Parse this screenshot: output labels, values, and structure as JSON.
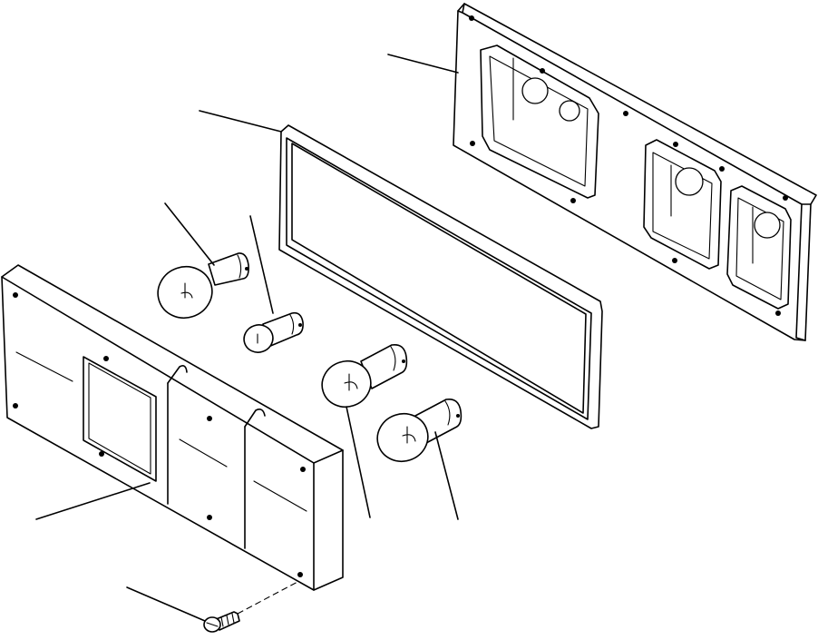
{
  "figure": {
    "kind": "exploded-parts-view",
    "parts": [
      {
        "name": "base-plate"
      },
      {
        "name": "gasket"
      },
      {
        "name": "bulb-large"
      },
      {
        "name": "bulb-small"
      },
      {
        "name": "bulb-large"
      },
      {
        "name": "bulb-large"
      },
      {
        "name": "lens-housing"
      },
      {
        "name": "screw"
      }
    ],
    "colors": {
      "line": "#000000",
      "background": "#ffffff"
    }
  }
}
